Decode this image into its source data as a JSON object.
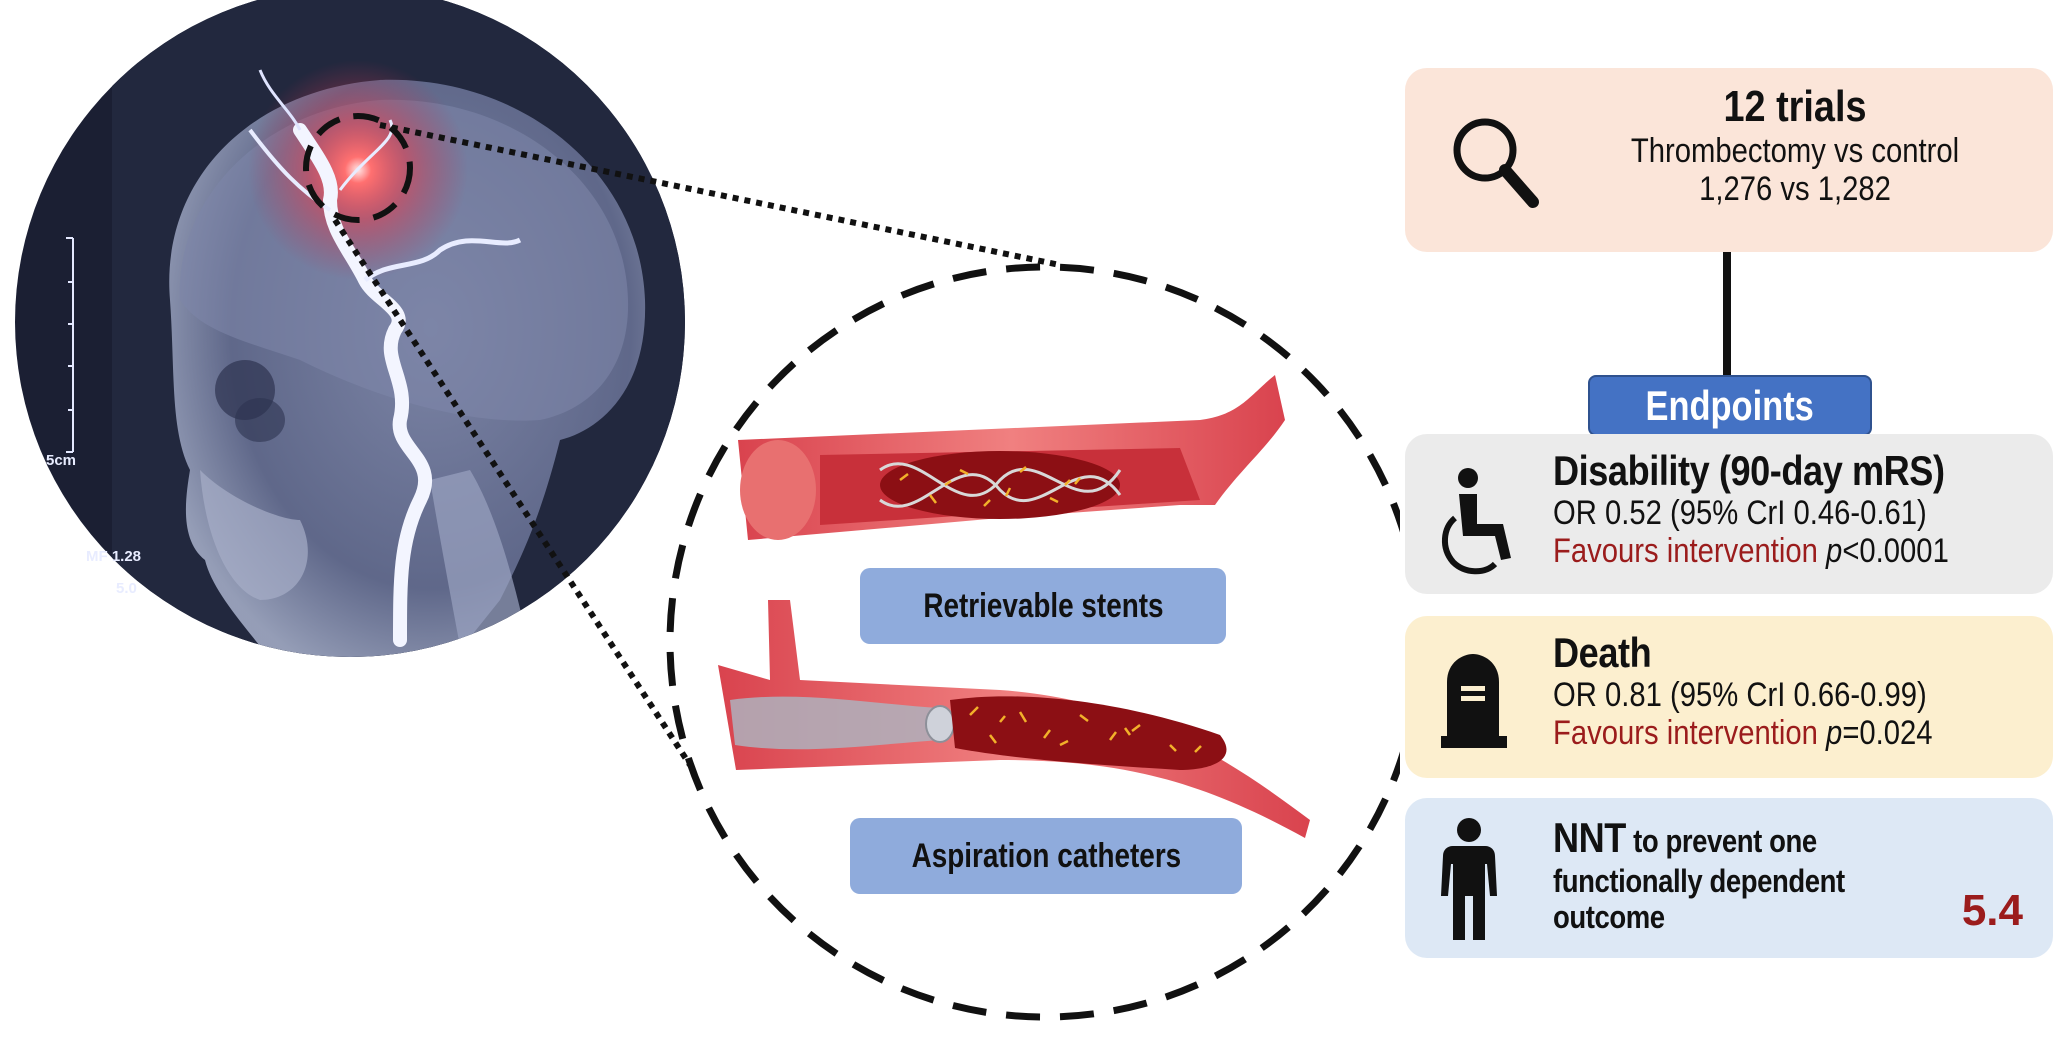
{
  "xray": {
    "scale_label": "5cm",
    "annotation_1": "MF 1.28",
    "annotation_2": "5.0"
  },
  "devices": {
    "stent_label": "Retrievable stents",
    "aspiration_label": "Aspiration catheters"
  },
  "summary": {
    "icon": "magnifier-icon",
    "title": "12 trials",
    "comparison": "Thrombectomy vs control",
    "counts": "1,276 vs 1,282",
    "background": "#fbe5d9"
  },
  "endpoints_label": "Endpoints",
  "endpoints_color": "#4472c4",
  "endpoints": [
    {
      "icon": "wheelchair-icon",
      "title": "Disability (90-day mRS)",
      "stat": "OR 0.52 (95% CrI 0.46-0.61)",
      "favours": "Favours intervention",
      "p_symbol": "p",
      "p_value": "<0.0001",
      "background": "#ebebeb"
    },
    {
      "icon": "tombstone-icon",
      "title": "Death",
      "stat": "OR 0.81 (95% CrI 0.66-0.99)",
      "favours": "Favours intervention",
      "p_symbol": "p",
      "p_value": "=0.024",
      "background": "#fcefcf"
    }
  ],
  "nnt": {
    "icon": "person-icon",
    "title": "NNT",
    "line1_rest": " to prevent one",
    "line2": "functionally dependent",
    "line3": "outcome",
    "value": "5.4",
    "background": "#dde8f5"
  },
  "accent_red": "#9b1c1c"
}
